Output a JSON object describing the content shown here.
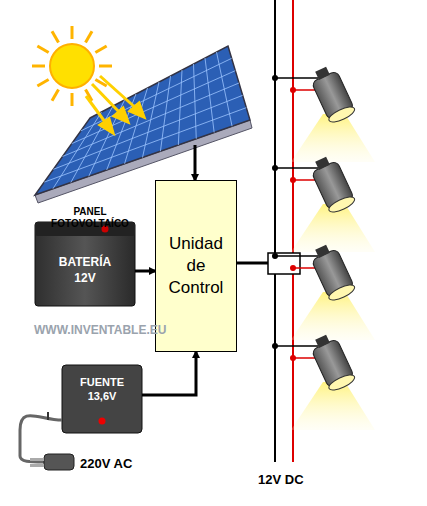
{
  "diagram": {
    "nodes": [
      {
        "text": [
          "PANEL FOTOVOLTAÍCO"
        ]
      },
      {
        "text": [
          "BATERÍA 12V"
        ]
      },
      {
        "text": [
          "Unidad de Control"
        ]
      },
      {
        "text": [
          "FUENTE 13,6V"
        ]
      }
    ],
    "edges": [
      {
        "from": 0,
        "to": 2,
        "arrow": "to"
      },
      {
        "from": 1,
        "to": 2,
        "arrow": "to"
      },
      {
        "from": 3,
        "to": 2,
        "arrow": "to"
      }
    ],
    "labels": [
      "WWW.INVENTABLE.EU",
      "220V AC",
      "12V DC"
    ]
  }
}
